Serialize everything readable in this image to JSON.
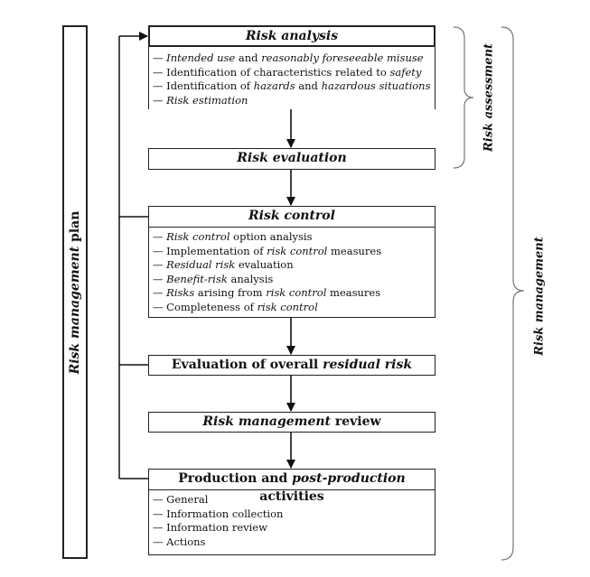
{
  "plan_label": {
    "italic": "Risk management",
    "normal": "plan"
  },
  "bracket_labels": {
    "assessment": "Risk assessment",
    "management": "Risk management"
  },
  "risk_analysis": {
    "title": "Risk analysis",
    "items": [
      [
        {
          "t": "— ",
          "i": false
        },
        {
          "t": "Intended use",
          "i": true
        },
        {
          "t": " and ",
          "i": false
        },
        {
          "t": "reasonably foreseeable misuse",
          "i": true
        }
      ],
      [
        {
          "t": "— Identification of characteristics related to ",
          "i": false
        },
        {
          "t": "safety",
          "i": true
        }
      ],
      [
        {
          "t": "— Identification of ",
          "i": false
        },
        {
          "t": "hazards",
          "i": true
        },
        {
          "t": " and ",
          "i": false
        },
        {
          "t": "hazardous situations",
          "i": true
        }
      ],
      [
        {
          "t": "— ",
          "i": false
        },
        {
          "t": "Risk estimation",
          "i": true
        }
      ]
    ]
  },
  "risk_evaluation": {
    "title": "Risk evaluation"
  },
  "risk_control": {
    "title": "Risk control",
    "items": [
      [
        {
          "t": "— ",
          "i": false
        },
        {
          "t": "Risk control",
          "i": true
        },
        {
          "t": " option analysis",
          "i": false
        }
      ],
      [
        {
          "t": "— Implementation of ",
          "i": false
        },
        {
          "t": "risk control",
          "i": true
        },
        {
          "t": " measures",
          "i": false
        }
      ],
      [
        {
          "t": "— ",
          "i": false
        },
        {
          "t": "Residual risk",
          "i": true
        },
        {
          "t": " evaluation",
          "i": false
        }
      ],
      [
        {
          "t": "— ",
          "i": false
        },
        {
          "t": "Benefit-risk",
          "i": true
        },
        {
          "t": " analysis",
          "i": false
        }
      ],
      [
        {
          "t": "— ",
          "i": false
        },
        {
          "t": "Risks",
          "i": true
        },
        {
          "t": " arising from ",
          "i": false
        },
        {
          "t": "risk control",
          "i": true
        },
        {
          "t": " measures",
          "i": false
        }
      ],
      [
        {
          "t": "— Completeness of ",
          "i": false
        },
        {
          "t": "risk control",
          "i": true
        }
      ]
    ]
  },
  "overall_residual": {
    "normal": "Evaluation of overall ",
    "italic": "residual risk"
  },
  "rm_review": {
    "italic": "Risk management",
    "normal": " review"
  },
  "production": {
    "title_normal_1": "Production and ",
    "title_italic": "post-production",
    "title_normal_2": " activities",
    "items": [
      [
        {
          "t": "— General",
          "i": false
        }
      ],
      [
        {
          "t": "— Information collection",
          "i": false
        }
      ],
      [
        {
          "t": "— Information review",
          "i": false
        }
      ],
      [
        {
          "t": "— Actions",
          "i": false
        }
      ]
    ]
  }
}
